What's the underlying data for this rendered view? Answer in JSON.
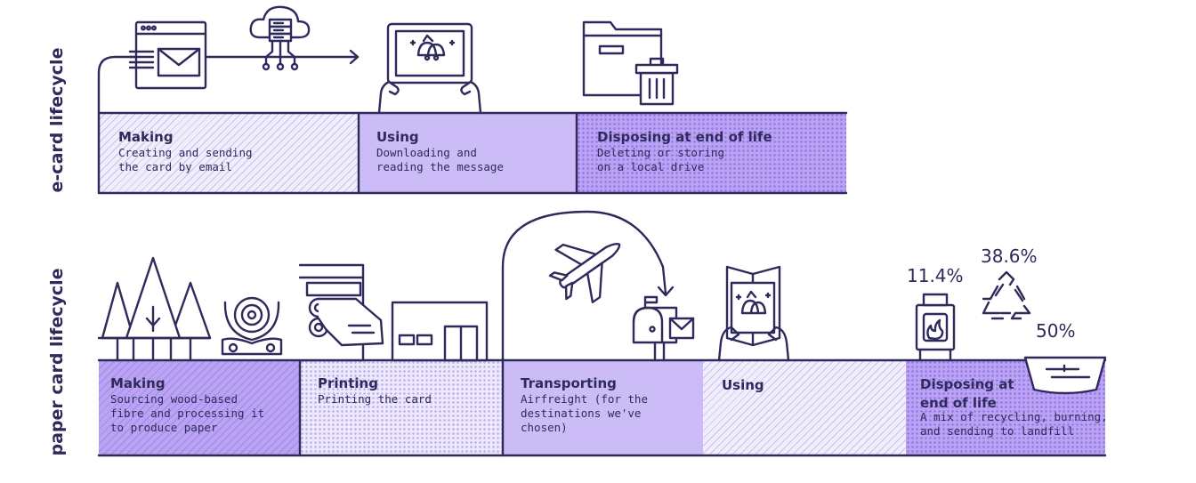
{
  "ecard": {
    "label": "e-card lifecycle",
    "stages": [
      {
        "title": "Making",
        "desc": "Creating and sending\nthe card by email"
      },
      {
        "title": "Using",
        "desc": "Downloading and\nreading the message"
      },
      {
        "title": "Disposing at end of life",
        "desc": "Deleting or storing\non a local drive"
      }
    ]
  },
  "paper": {
    "label": "paper card lifecycle",
    "stages": [
      {
        "title": "Making",
        "desc": "Sourcing wood-based\nfibre and processing it\nto produce paper"
      },
      {
        "title": "Printing",
        "desc": "Printing the card"
      },
      {
        "title": "Transporting",
        "desc": "Airfreight (for the\ndestinations we've\nchosen)"
      },
      {
        "title": "Using",
        "desc": ""
      },
      {
        "title": "Disposing at\nend of life",
        "desc": "A mix of recycling, burning,\nand sending to landfill"
      }
    ],
    "disposal": {
      "burning": "11.4%",
      "recycling": "38.6%",
      "landfill": "50%"
    }
  },
  "colors": {
    "ink": "#2e2a5c",
    "lavender": "#cbbcf7",
    "violet": "#b9a3f2",
    "pale": "#f1eefb"
  }
}
